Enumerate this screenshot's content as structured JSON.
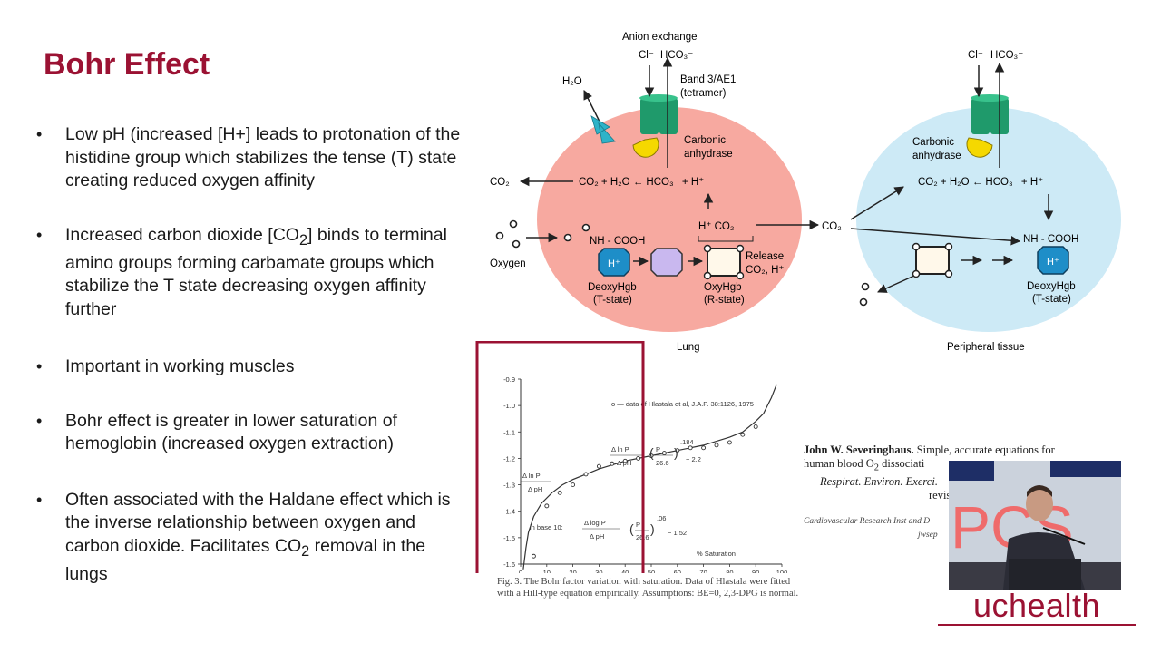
{
  "slide": {
    "title": "Bohr Effect",
    "bullets": [
      "Low pH (increased [H+] leads to protonation of the histidine group which stabilizes the tense (T) state creating reduced oxygen affinity",
      "Important in working muscles",
      "Bohr effect is greater in lower saturation of hemoglobin (increased oxygen extraction)"
    ],
    "bullet_co2": {
      "pre": "Increased carbon dioxide [CO",
      "sub": "2",
      "post": "] binds to terminal amino groups forming carbamate groups which stabilize the T state decreasing oxygen affinity further"
    },
    "bullet_haldane": {
      "pre": "Often associated with the Haldane effect which is the inverse relationship between oxygen and carbon dioxide.  Facilitates CO",
      "sub": "2",
      "post": " removal in the lungs"
    }
  },
  "diagram": {
    "anion_exchange": "Anion exchange",
    "cl": "Cl⁻",
    "hco3": "HCO₃⁻",
    "band3": "Band 3/AE1",
    "tetramer": "(tetramer)",
    "h2o": "H₂O",
    "carbonic": "Carbonic",
    "anhydrase": "anhydrase",
    "co2": "CO₂",
    "lung_reaction": "CO₂ + H₂O ← HCO₃⁻  + H⁺",
    "tissue_reaction": "CO₂ + H₂O ← HCO₃⁻  + H⁺",
    "oxygen": "Oxygen",
    "nh_cooh": "NH - COOH",
    "h_plus": "H⁺",
    "deoxy": "DeoxyHgb",
    "t_state": "(T-state)",
    "oxy": "OxyHgb",
    "r_state": "(R-state)",
    "release": "Release",
    "release2": "CO₂, H⁺",
    "h_co2": "H⁺   CO₂",
    "lung": "Lung",
    "peripheral": "Peripheral tissue",
    "colors": {
      "lung_cell": "#f7a9a0",
      "tissue_cell": "#cdeaf6",
      "channel": "#1f9a6b",
      "enzyme": "#f5d800",
      "hgb_blue": "#1e8ec8"
    }
  },
  "graph": {
    "legend": "o — data of Hlastala et al, J.A.P. 38:1126, 1975",
    "eq1_frac": "Δ ln P",
    "eq1_den": "Δ pH",
    "eq1_rhs": "− 2.2",
    "eq1_paren": "P",
    "eq1_paren_den": "26.6",
    "eq1_exp": ".184",
    "ylabel_num": "Δ ln P",
    "ylabel_den": "Δ pH",
    "base10": "in base 10:",
    "eq2_frac": "Δ log P",
    "eq2_den": "Δ pH",
    "eq2_rhs": "− 1.52",
    "eq2_exp": ".06",
    "xlabel": "% Saturation",
    "caption": "Fig. 3. The Bohr factor variation with saturation. Data of Hlastala were fitted with a Hill-type equation empirically. Assumptions: BE=0, 2,3-DPG is normal."
  },
  "chart_data": {
    "type": "scatter",
    "x_ticks": [
      0,
      10,
      20,
      30,
      40,
      50,
      60,
      70,
      80,
      90,
      100
    ],
    "y_ticks": [
      "-1.6",
      "-1.5",
      "-1.4",
      "-1.3",
      "-1.2",
      "-1.1",
      "-1.0",
      "-0.9"
    ],
    "xlim": [
      0,
      100
    ],
    "ylim": [
      -1.6,
      -0.9
    ],
    "xlabel": "% Saturation",
    "points": {
      "x": [
        5,
        10,
        15,
        20,
        25,
        30,
        35,
        40,
        45,
        50,
        55,
        60,
        65,
        70,
        75,
        80,
        85,
        90
      ],
      "y": [
        -1.57,
        -1.38,
        -1.33,
        -1.3,
        -1.26,
        -1.23,
        -1.22,
        -1.21,
        -1.2,
        -1.19,
        -1.18,
        -1.17,
        -1.16,
        -1.16,
        -1.15,
        -1.14,
        -1.11,
        -1.08
      ]
    },
    "curve": {
      "x": [
        1,
        2,
        3,
        5,
        8,
        12,
        16,
        20,
        25,
        30,
        40,
        50,
        60,
        70,
        80,
        85,
        90,
        93,
        96,
        98
      ],
      "y": [
        -1.62,
        -1.54,
        -1.48,
        -1.42,
        -1.37,
        -1.33,
        -1.3,
        -1.28,
        -1.26,
        -1.24,
        -1.21,
        -1.19,
        -1.17,
        -1.15,
        -1.12,
        -1.1,
        -1.06,
        -1.03,
        -0.97,
        -0.92
      ]
    }
  },
  "citation": {
    "author": "John W. Severinghaus.",
    "title1": " Simple, accurate equations for",
    "title2a": "human blood O",
    "title2sub": "2",
    "title2b": " dissociati",
    "journal": "Respirat. Environ. Exerci.",
    "revisions": "revisions,",
    "affil": "Cardiovascular Research Inst and D",
    "email": "jwsep"
  },
  "branding": {
    "logo": "uchealth",
    "sign": "PCS"
  }
}
